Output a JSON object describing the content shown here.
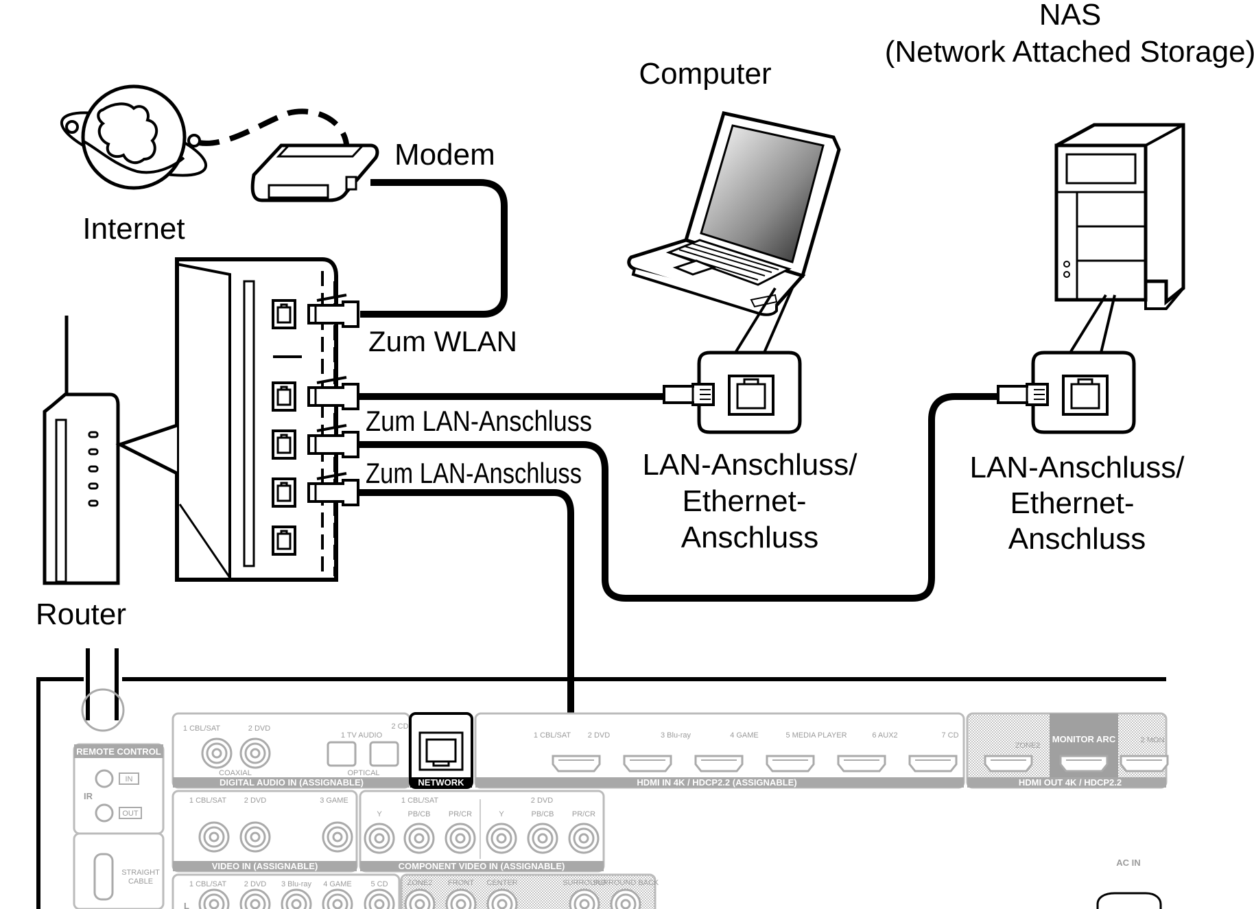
{
  "labels": {
    "internet": "Internet",
    "modem": "Modem",
    "router": "Router",
    "computer": "Computer",
    "nas_line1": "NAS",
    "nas_line2": "(Network Attached Storage)",
    "to_wlan": "Zum WLAN",
    "to_lan_1": "Zum LAN-Anschluss",
    "to_lan_2": "Zum LAN-Anschluss",
    "pc_port_line1": "LAN-Anschluss/",
    "pc_port_line2": "Ethernet-",
    "pc_port_line3": "Anschluss",
    "nas_port_line1": "LAN-Anschluss/",
    "nas_port_line2": "Ethernet-",
    "nas_port_line3": "Anschluss"
  },
  "panel": {
    "remote_control": "REMOTE CONTROL",
    "ir": "IR",
    "ir_in": "IN",
    "ir_out": "OUT",
    "straight_cable": "STRAIGHT",
    "straight_cable_2": "CABLE",
    "digital_audio_inputs": [
      "1 CBL/SAT",
      "2 DVD",
      "1 TV AUDIO",
      "2 CD"
    ],
    "coaxial": "COAXIAL",
    "optical": "OPTICAL",
    "digital_audio_bar": "DIGITAL AUDIO  IN  (ASSIGNABLE)",
    "network": "NETWORK",
    "hdmi_inputs": [
      "1 CBL/SAT",
      "2 DVD",
      "3 Blu-ray",
      "4 GAME",
      "5 MEDIA PLAYER",
      "6 AUX2",
      "7 CD"
    ],
    "hdmi_in_bar": "HDMI  IN  4K / HDCP2.2  (ASSIGNABLE)",
    "zone2": "ZONE2",
    "monitor_arc": "MONITOR ARC",
    "monitor2": "2 MON",
    "hdmi_out_bar": "HDMI  OUT  4K / HDCP2.2",
    "video_inputs": [
      "1 CBL/SAT",
      "2 DVD",
      "3 GAME"
    ],
    "video_bar": "VIDEO  IN  (ASSIGNABLE)",
    "component_inputs": [
      "1 CBL/SAT",
      "2 DVD"
    ],
    "component_channels": [
      "Y",
      "PB/CB",
      "PR/CR",
      "Y",
      "PB/CB",
      "PR/CR"
    ],
    "component_bar": "COMPONENT VIDEO  IN  (ASSIGNABLE)",
    "audio_inputs": [
      "1 CBL/SAT",
      "2 DVD",
      "3 Blu-ray",
      "4 GAME",
      "5 CD"
    ],
    "audio_left": "L",
    "preout_labels": [
      "ZONE2",
      "FRONT",
      "CENTER",
      "SURROUND",
      "SURROUND BACK"
    ],
    "ac_in": "AC IN"
  },
  "colors": {
    "line": "#000000",
    "panel_gray": "#a8a8a8",
    "panel_dark": "#8c8c8c"
  }
}
